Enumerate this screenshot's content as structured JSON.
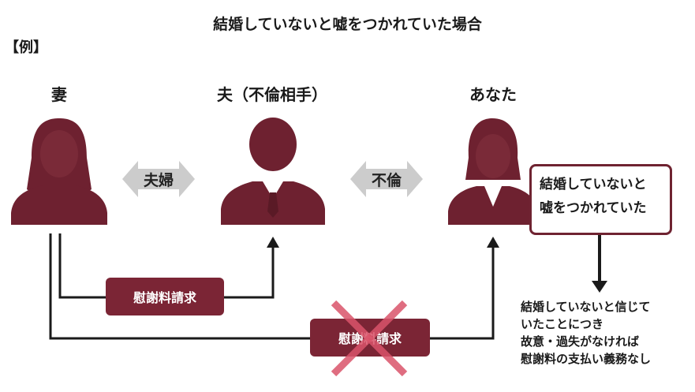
{
  "title": "結婚していないと嘘をつかれていた場合",
  "example_label": "【例】",
  "persons": {
    "wife": "妻",
    "husband": "夫（不倫相手）",
    "you": "あなた"
  },
  "relations": {
    "marriage": "夫婦",
    "affair": "不倫"
  },
  "callout": {
    "line1": "結婚していないと",
    "line2": "嘘をつかれていた"
  },
  "claims": {
    "against_husband": "慰謝料請求",
    "against_you": "慰謝料請求"
  },
  "note": {
    "line1": "結婚していないと信じて",
    "line2": "いたことにつき",
    "line3": "故意・過失がなければ",
    "line4": "慰謝料の支払い義務なし"
  },
  "colors": {
    "silhouette": "#6e2130",
    "badge": "#7b2535",
    "arrow_gray": "#cccccc",
    "cross": "#d9536a"
  }
}
